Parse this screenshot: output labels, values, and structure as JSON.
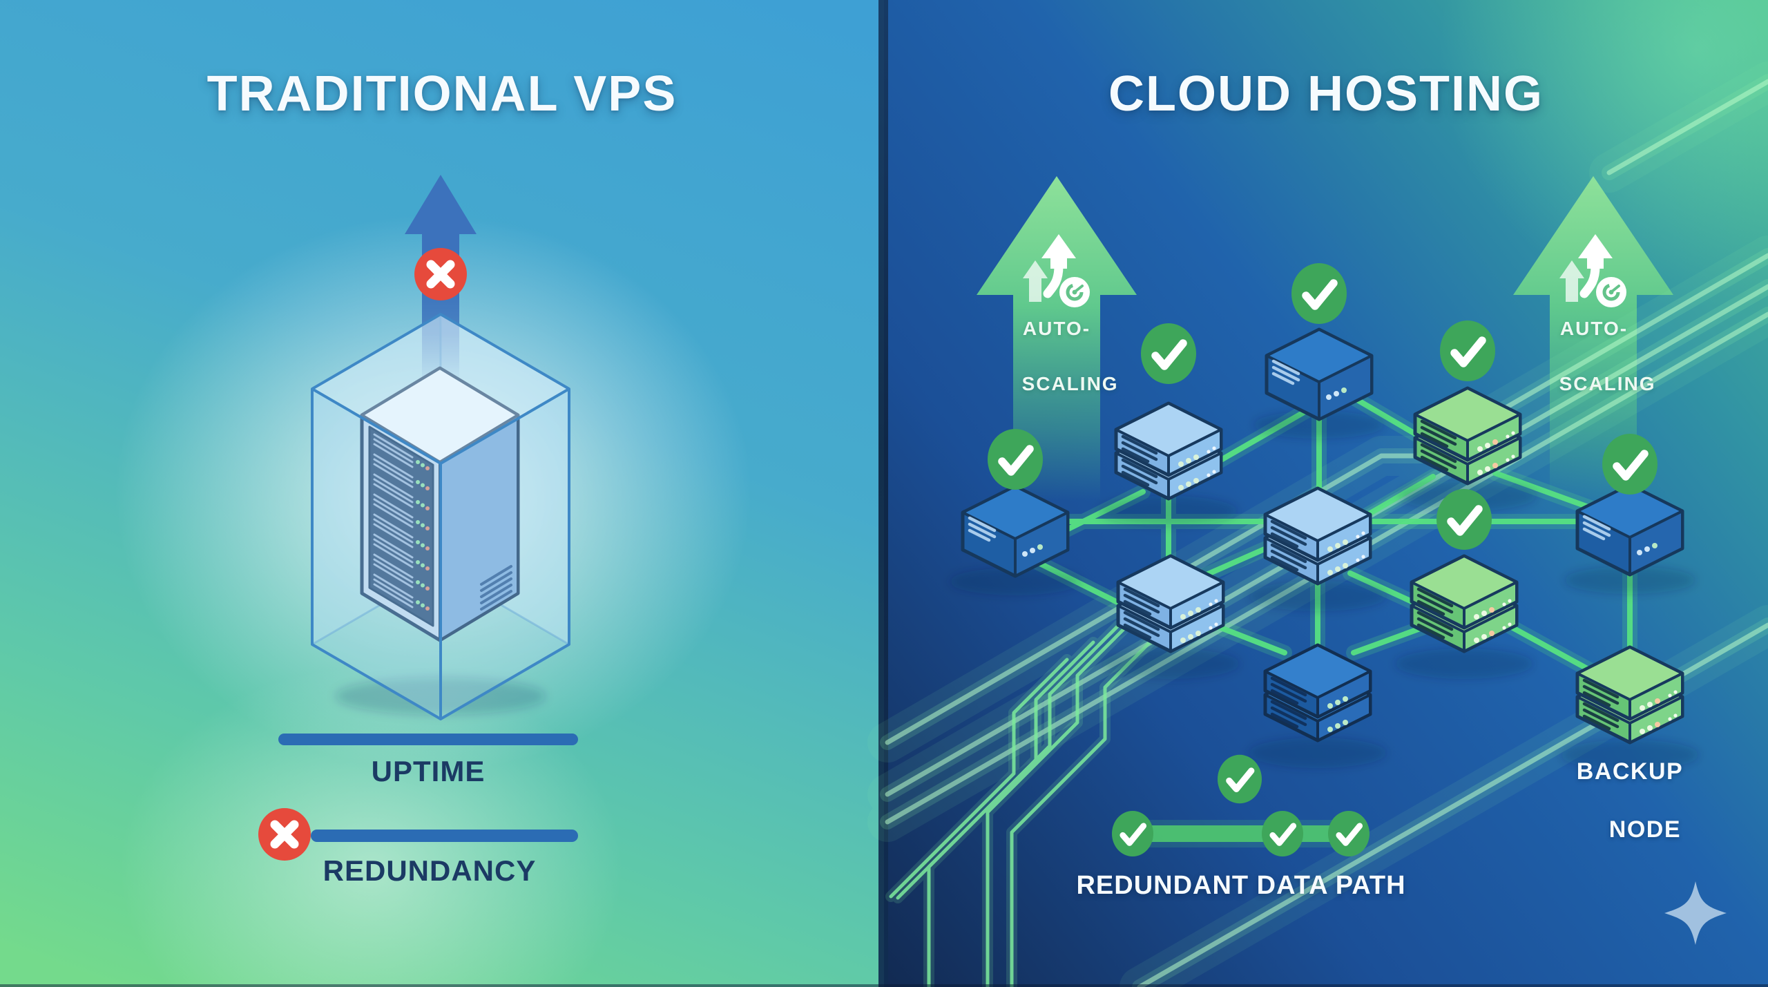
{
  "left_panel": {
    "title": "TRADITIONAL VPS",
    "metrics": {
      "uptime_label": "UPTIME",
      "redundancy_label": "REDUNDANCY"
    },
    "status": {
      "scaling_blocked_icon": "x-circle-icon",
      "redundancy_missing_icon": "x-circle-icon"
    }
  },
  "right_panel": {
    "title": "CLOUD HOSTING",
    "autoscaling_label": {
      "line1": "AUTO-",
      "line2": "SCALING"
    },
    "backup_node_label": {
      "line1": "BACKUP",
      "line2": "NODE"
    },
    "redundant_path_label": "REDUNDANT DATA PATH",
    "node_status_icon": "check-circle-icon"
  },
  "icons": {
    "left_arrow": "up-arrow-icon",
    "autoscaling_badge": "gauge-with-up-arrows-icon",
    "sparkle": "four-point-star-icon"
  },
  "theme": {
    "left-bg-top": "#3EA0D4",
    "left-bg-bottom": "#74DA8C",
    "right-bg-navy": "#122A52",
    "right-bg-green": "#4CBD92",
    "accent-red": "#E64A3C",
    "bar-blue": "#2B6CB4",
    "label-navy": "#1B3A64",
    "mesh-green": "#57E182",
    "check-green": "#3EA65A",
    "arrow-blue": "#3C72BC",
    "arrow-green": "#6FD392",
    "text-white": "#F6FBFE",
    "sparkle-blue": "#A9C6E3"
  }
}
